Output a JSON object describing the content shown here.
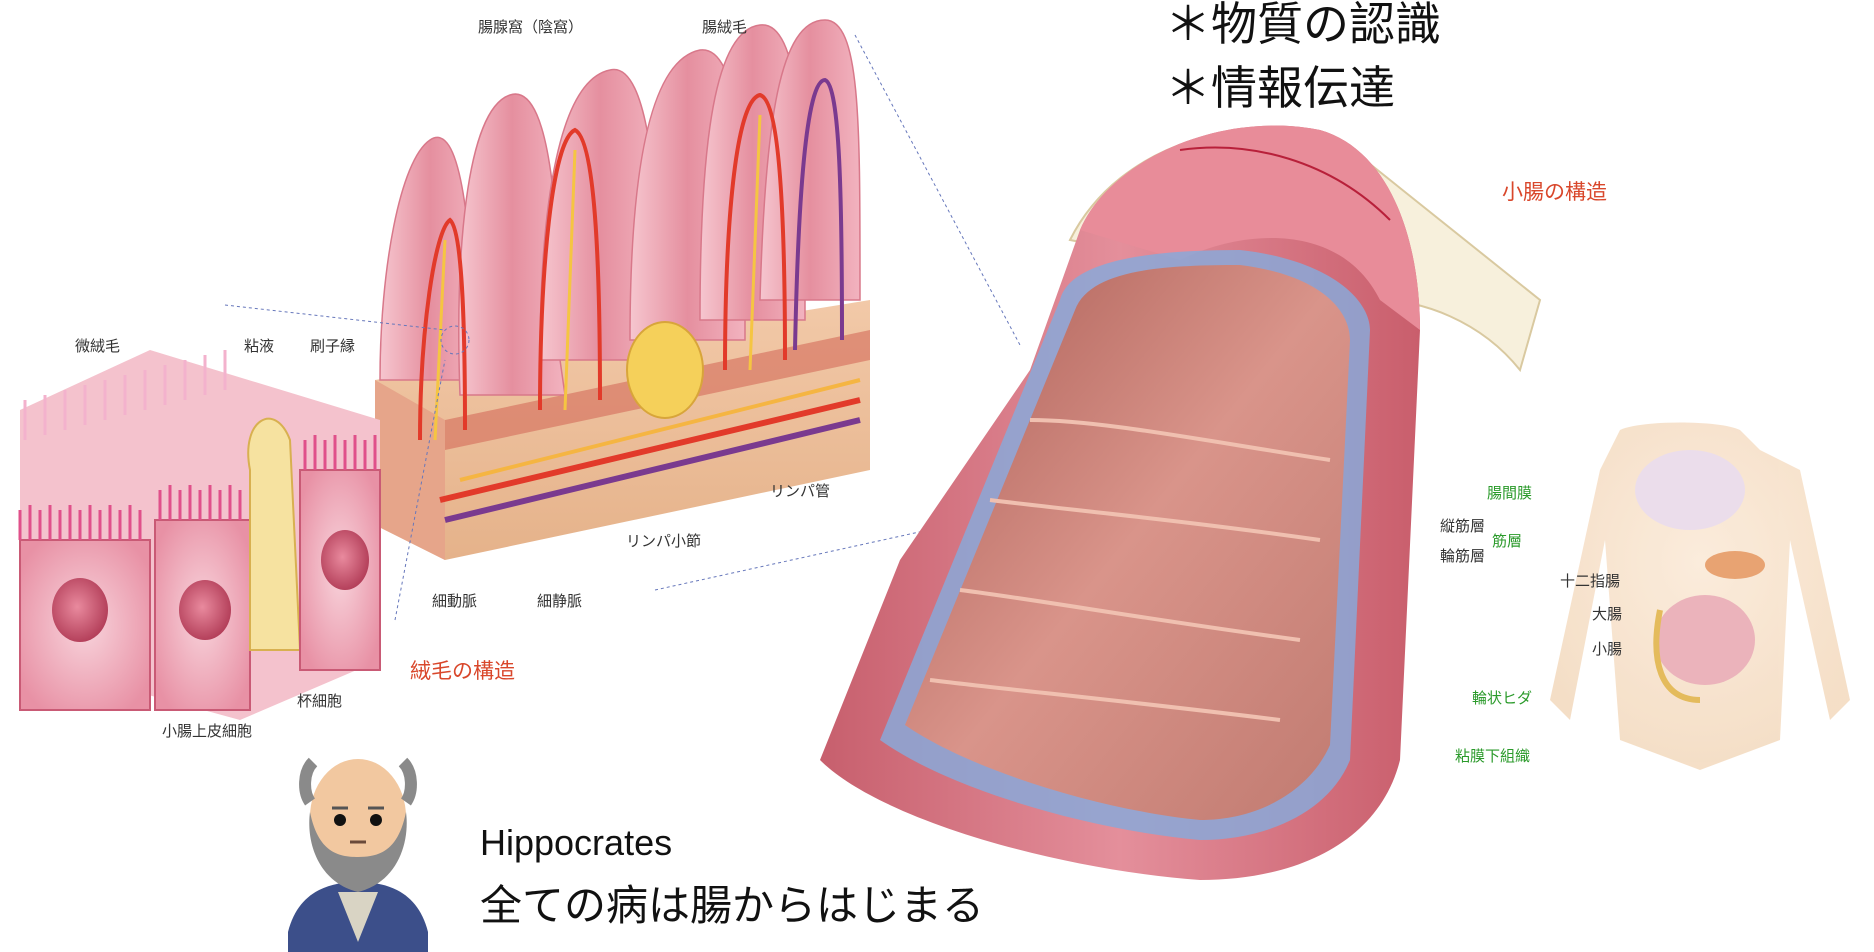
{
  "bullets": [
    "＊物質の認識",
    "＊情報伝達"
  ],
  "villi": {
    "title": "絨毛の構造",
    "labels": {
      "crypt": "腸腺窩（陰窩）",
      "villus": "腸絨毛",
      "microvilli": "微絨毛",
      "mucus": "粘液",
      "brush_border": "刷子縁",
      "lymph_duct": "リンパ管",
      "lymph_nodule": "リンパ小節",
      "arteriole": "細動脈",
      "venule": "細静脈",
      "goblet_cell": "杯細胞",
      "epithelial_cell": "小腸上皮細胞"
    }
  },
  "intestine": {
    "title": "小腸の構造",
    "labels": {
      "serosa": "腸間膜",
      "longitudinal": "縦筋層",
      "circular": "輪筋層",
      "muscle_layer": "筋層",
      "folds": "輪状ヒダ",
      "submucosa": "粘膜下組織"
    }
  },
  "body_labels": {
    "duodenum": "十二指腸",
    "large_intestine": "大腸",
    "small_intestine": "小腸"
  },
  "quote": {
    "author": "Hippocrates",
    "text": "全ての病は腸からはじまる"
  },
  "colors": {
    "title_red": "#d9472b",
    "label_green": "#2a9a2a",
    "tissue_pink": "#e8a0ad",
    "tissue_deep": "#b8485a"
  }
}
